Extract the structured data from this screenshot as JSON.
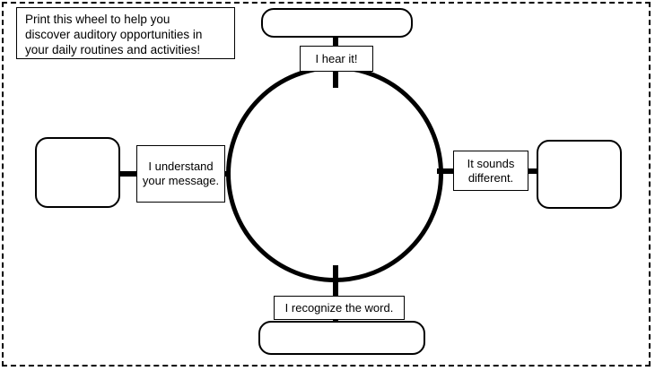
{
  "page": {
    "title": "Auditory Opportunities Listening Wheel",
    "boundary_style": "dashed",
    "boundary_color": "#000000",
    "background_color": "#ffffff",
    "ink_color": "#000000"
  },
  "instruction": {
    "line1": "Print this wheel to help you",
    "line2": "discover auditory opportunities in",
    "line3": "your daily routines and activities!"
  },
  "wheel": {
    "center_label": "",
    "stroke_color": "#000000"
  },
  "labels": {
    "top": "I hear it!",
    "left": "I understand your message.",
    "right": "It sounds different.",
    "bottom": "I recognize the word."
  },
  "blanks": {
    "top": "",
    "left": "",
    "right": "",
    "bottom": ""
  }
}
